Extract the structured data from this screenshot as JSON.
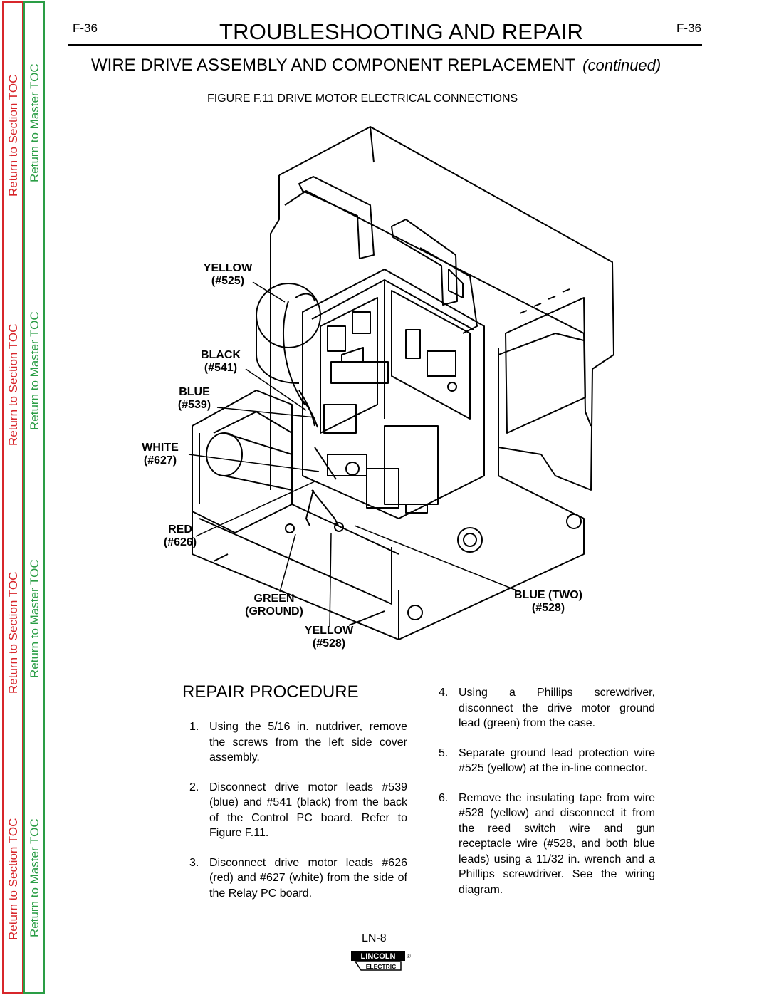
{
  "toc": {
    "section_label": "Return to Section TOC",
    "master_label": "Return to Master TOC",
    "colors": {
      "section": "#d7262b",
      "master": "#2a9d45"
    }
  },
  "header": {
    "page_left": "F-36",
    "page_right": "F-36",
    "title": "TROUBLESHOOTING AND REPAIR"
  },
  "section": {
    "title": "WIRE DRIVE ASSEMBLY AND COMPONENT REPLACEMENT",
    "continued": "(continued)"
  },
  "figure": {
    "caption": "FIGURE F.11   DRIVE MOTOR ELECTRICAL CONNECTIONS",
    "callouts": {
      "yellow525": [
        "YELLOW",
        "(#525)"
      ],
      "black541": [
        "BLACK",
        "(#541)"
      ],
      "blue539": [
        "BLUE",
        "(#539)"
      ],
      "white627": [
        "WHITE",
        "(#627)"
      ],
      "red626": [
        "RED",
        "(#626)"
      ],
      "green": [
        "GREEN",
        "(GROUND)"
      ],
      "yellow528": [
        "YELLOW",
        "(#528)"
      ],
      "bluetwo": [
        "BLUE (TWO)",
        "(#528)"
      ]
    }
  },
  "repair": {
    "title": "REPAIR PROCEDURE",
    "steps_left": [
      {
        "num": "1.",
        "text": "Using the 5/16 in. nutdriver, remove the screws from the left side cover assembly."
      },
      {
        "num": "2.",
        "text": "Disconnect drive motor leads #539 (blue) and #541 (black) from the back of the Control PC board. Refer to Figure F.11."
      },
      {
        "num": "3.",
        "text": "Disconnect drive motor leads #626 (red) and #627 (white) from the side of the Relay PC board."
      }
    ],
    "steps_right": [
      {
        "num": "4.",
        "text": "Using a Phillips screwdriver, disconnect the drive motor ground lead (green) from the case."
      },
      {
        "num": "5.",
        "text": "Separate ground lead protection wire #525 (yellow) at the in-line connector."
      },
      {
        "num": "6.",
        "text": "Remove the insulating tape from wire #528 (yellow) and disconnect it from the reed switch wire and gun receptacle wire (#528, and both blue leads) using a 11/32 in. wrench and a Phillips screwdriver. See the wiring diagram."
      }
    ]
  },
  "footer": {
    "code": "LN-8",
    "logo_top": "LINCOLN",
    "logo_bottom": "ELECTRIC",
    "registered": "®"
  }
}
